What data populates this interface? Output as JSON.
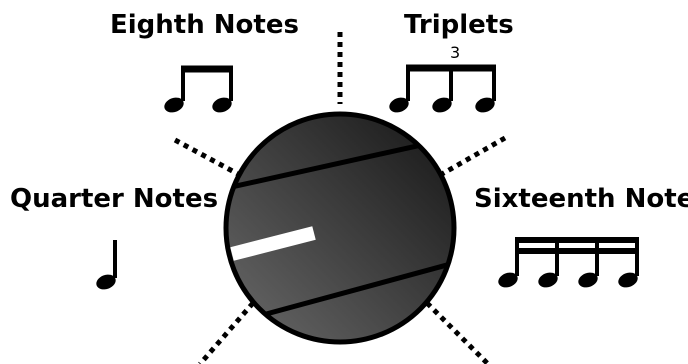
{
  "labels": {
    "eighth": "Eighth Notes",
    "triplets": "Triplets",
    "triplet_number": "3",
    "quarter": "Quarter Notes",
    "sixteenth": "Sixteenth Notes"
  },
  "knob": {
    "body_color_dark": "#1c1c1c",
    "body_color_light": "#5a5a5a",
    "indicator_color": "#ffffff",
    "outline_color": "#000000"
  }
}
